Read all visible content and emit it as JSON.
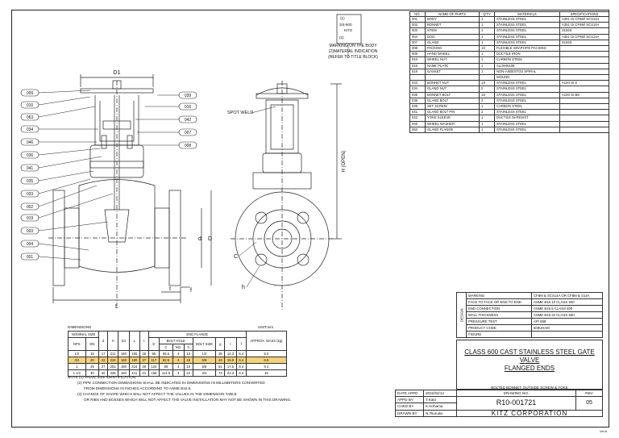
{
  "marking": {
    "box_line1": "(1)",
    "box_line2": "3/4-600",
    "box_line3": "KITZ",
    "box_line4": "(2)",
    "caption1": "MARKING ON THE BODY",
    "caption2": "(2)MATERIAL INDICATION",
    "caption3": "(REFER TO TITLE BLOCK)"
  },
  "callouts_left": [
    "009",
    "010",
    "063",
    "034",
    "046",
    "036",
    "041",
    "035",
    "033",
    "002",
    "019",
    "003",
    "004",
    "001"
  ],
  "callouts_right": [
    "039",
    "016",
    "042",
    "007",
    "008"
  ],
  "labels": {
    "d1": "D1",
    "spot_weld": "SPOT WELD",
    "h_open": "H (OPEN)",
    "l": "L",
    "t": "t",
    "f": "f",
    "d": "d",
    "D": "D",
    "C": "C",
    "h": "h"
  },
  "parts": {
    "headers": [
      "NO.",
      "NAME OF PARTS",
      "Q'TY",
      "MATERIALS",
      "SPECIFICATIONS"
    ],
    "rows": [
      [
        "001",
        "BODY",
        "1",
        "STAINLESS STEEL",
        "A351 Gr.CF8M/ SCS14A"
      ],
      [
        "002",
        "BONNET",
        "1",
        "STAINLESS STEEL",
        "A351 Gr.CF8M/ SCS14A"
      ],
      [
        "003",
        "STEM",
        "1",
        "STAINLESS STEEL",
        "316SS"
      ],
      [
        "004",
        "DISC",
        "1",
        "STAINLESS STEEL",
        "A351 Gr.CF8M/ SCS14A"
      ],
      [
        "007",
        "GLAND",
        "1",
        "STAINLESS STEEL",
        "316SS"
      ],
      [
        "008",
        "PACKING",
        "1S",
        "FLEXIBLE GRAPHITE PACKING",
        ""
      ],
      [
        "009",
        "HAND WHEEL",
        "1",
        "DUCTILE IRON",
        ""
      ],
      [
        "010",
        "WHEEL NUT",
        "1",
        "CARBON STEEL",
        ""
      ],
      [
        "016",
        "NAME PLATE",
        "1",
        "ALUMINUM",
        ""
      ],
      [
        "019",
        "GASKET",
        "1",
        "NON-ASBESTOS SPIRAL",
        ""
      ],
      [
        "",
        "",
        "",
        "WOUND",
        ""
      ],
      [
        "033",
        "BONNET NUT",
        "1S",
        "STAINLESS STEEL",
        "A194 Gr.8"
      ],
      [
        "034",
        "GLAND NUT",
        "2",
        "STAINLESS STEEL",
        ""
      ],
      [
        "035",
        "BONNET BOLT",
        "1S",
        "STAINLESS STEEL",
        "A193 Gr.B8"
      ],
      [
        "036",
        "GLAND BOLT",
        "2",
        "STAINLESS STEEL",
        ""
      ],
      [
        "039",
        "SET SCREW",
        "1",
        "CARBON STEEL",
        ""
      ],
      [
        "041",
        "GLAND BOLT PIN",
        "2",
        "STAINLESS STEEL",
        ""
      ],
      [
        "042",
        "YOKE SLEEVE",
        "1",
        "DUCTILE Ni-RESIST",
        ""
      ],
      [
        "046",
        "WHEEL WASHER",
        "1",
        "STAINLESS STEEL",
        ""
      ],
      [
        "063",
        "GLAND FLANGE",
        "1",
        "STAINLESS STEEL",
        ""
      ]
    ]
  },
  "dimensions": {
    "title": "DIMENSIONS",
    "unit": "UNIT:mm",
    "head": {
      "nominal": "NOMINAL SIZE",
      "nps": "NPS",
      "dn": "DN",
      "d": "d",
      "H": "H",
      "D1": "D1",
      "L": "L",
      "t": "t",
      "end_flange": "END FLANGE",
      "bolt_hole": "BOLT HOLE",
      "bolt_size": "BOLT SIZE",
      "D": "D",
      "C": "C",
      "no": "NO.",
      "h": "h",
      "g": "g",
      "f": "f",
      "mass": "APPROX. MASS (kg)"
    },
    "rows": [
      [
        "1/2",
        "15",
        "17",
        "211",
        "160",
        "165",
        "25",
        "95",
        "66.5",
        "4",
        "16",
        "1/2",
        "35",
        "14.3",
        "6.4",
        "5.0"
      ],
      [
        "3/4",
        "20",
        "22",
        "224",
        "160",
        "190",
        "27",
        "117",
        "82.5",
        "4",
        "19",
        "5/8",
        "43",
        "15.9",
        "6.4",
        "6.5"
      ],
      [
        "1",
        "25",
        "27",
        "251",
        "180",
        "216",
        "30",
        "124",
        "89",
        "4",
        "19",
        "5/8",
        "51",
        "17.5",
        "6.4",
        "9.4"
      ],
      [
        "1 1/2",
        "40",
        "40",
        "336",
        "180",
        "241",
        "31",
        "156",
        "114.5",
        "4",
        "22",
        "3/4",
        "73",
        "22.3",
        "6.4",
        "15"
      ]
    ],
    "highlight_row": 1
  },
  "notes": [
    "NOTE (1) VALVE SIZE IDENTIFICATION.",
    "(2) PIPE CONNECTION DIMENSIONS SHALL BE INDICATED IN DIMENSIONS IN MILLIMETERS CONVERTED",
    "FROM DIMENSIONS IN INCHES ACCORDING TO ASME B16.5.",
    "(3) CHANGE OF SHAPE WHICH WILL NOT AFFECT THE VALUES IN THE DIMENSION TABLE",
    "OR RIBS AND BOSSES WHICH WILL NOT AFFECT THE VALVE INSTALLATION MAY NOT BE SHOWN IN THIS DRAWING."
  ],
  "title_block": {
    "side_label": "DESIGN",
    "rows": [
      [
        "MARKING",
        "CF8M & SCS14A OR CF8M & S14A"
      ],
      [
        "FACE TO FACE OR END TO END",
        "ASME B16.10    CLASS 600"
      ],
      [
        "END CONNECTION",
        "ASME B16.5    CLASS 600"
      ],
      [
        "WALL THICKNESS",
        "ASME B16.34  CLASS 600"
      ],
      [
        "PRESSURE TEST",
        "API 598"
      ],
      [
        "PRODUCT CODE",
        "600UHAM"
      ],
      [
        "FIGURE",
        ""
      ]
    ],
    "title_line1": "CLASS 600 CAST STAINLESS STEEL GATE VALVE",
    "title_line2": "FLANGED ENDS",
    "subtitle": "BOLTED BONNET, OUTSIDE SCREW & YOKE"
  },
  "drawing_block": {
    "date_label": "DATE APPD",
    "date_value": "2022/04/14",
    "appd_label": "APPD BY",
    "appd_value": "T.Kato",
    "chkd_label": "CHKD BY",
    "chkd_value": "K.Kohama",
    "drawn_label": "DRAWN BY",
    "drawn_value": "N.Tsuruda",
    "drawing_no_label": "DRAWING NO.",
    "drawing_no": "R10-001721",
    "rev_label": "REV",
    "rev": "05",
    "company": "KITZ CORPORATION"
  },
  "footer_code": "Ver.6"
}
